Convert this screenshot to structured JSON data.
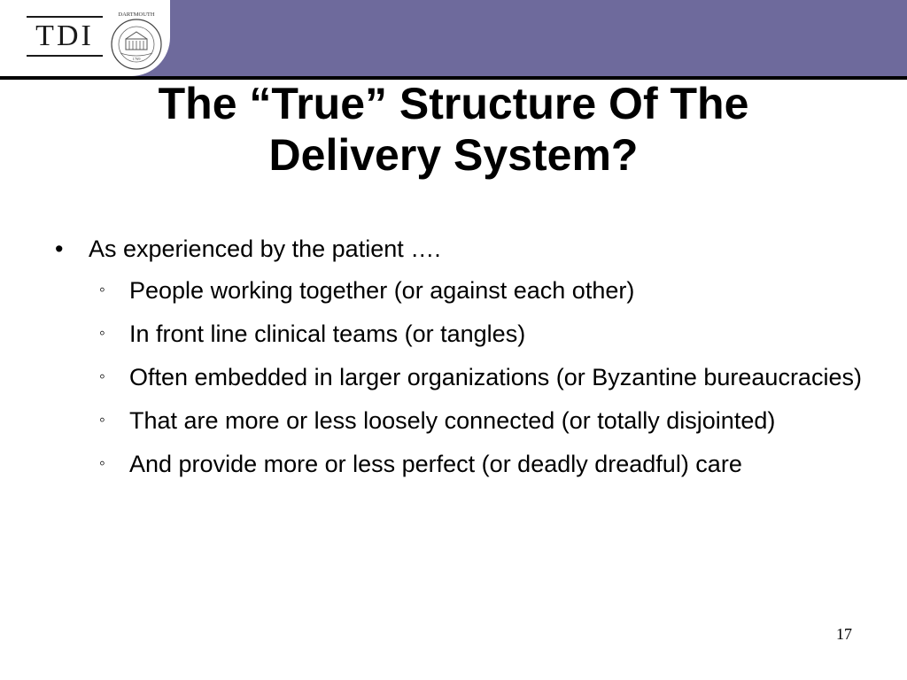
{
  "header": {
    "logo_text": "TDI",
    "seal_top_text": "DARTMOUTH",
    "seal_ring_text": "VOX CLAMANTIS IN DESERTO",
    "seal_year": "1769",
    "band_color": "#6e6a9c"
  },
  "slide": {
    "title_line1": "The “True” Structure Of The",
    "title_line2": "Delivery System?",
    "bullet_glyph": "•",
    "sub_bullet_glyph": "◦",
    "items": [
      {
        "text": "As experienced by the patient ….",
        "subitems": [
          "People working together (or against each other)",
          "In front line clinical teams (or tangles)",
          "Often embedded in larger organizations (or Byzantine bureaucracies)",
          "That are more or less loosely connected (or totally disjointed)",
          "And provide more or less perfect (or deadly dreadful) care"
        ]
      }
    ],
    "page_number": "17"
  }
}
